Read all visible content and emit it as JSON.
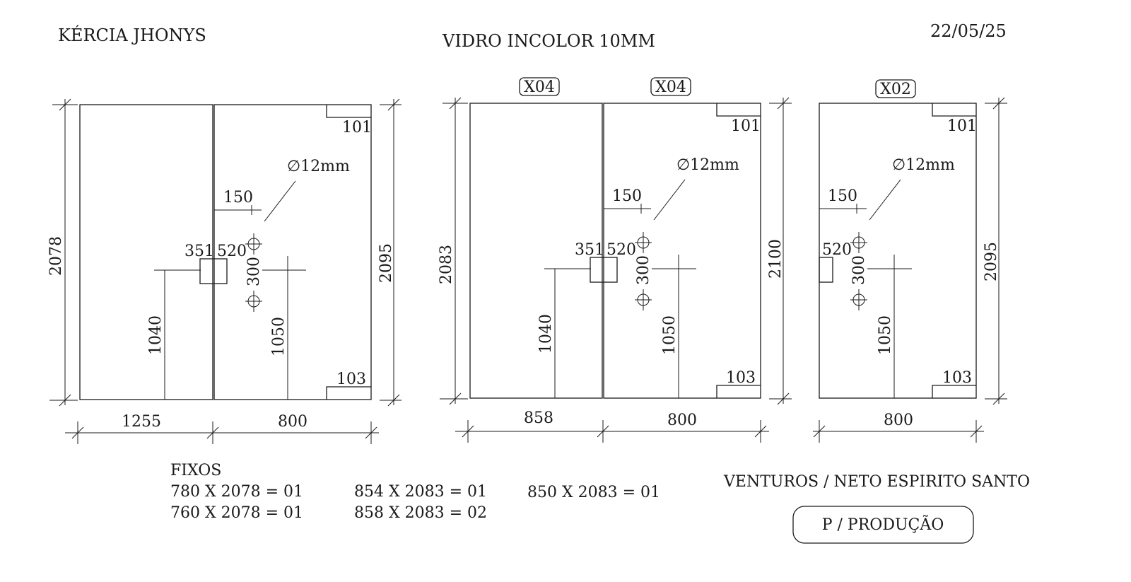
{
  "header": {
    "client": "KÉRCIA JHONYS",
    "title": "VIDRO INCOLOR 10MM",
    "date": "22/05/25"
  },
  "panels": {
    "p1": {
      "height_left": "2078",
      "height_right": "2095",
      "label_top": "101",
      "label_bottom": "103",
      "hole": "∅12mm",
      "dim_150": "150",
      "dim_351": "351",
      "dim_520": "520",
      "dim_300": "300",
      "dim_1040": "1040",
      "dim_1050": "1050",
      "width_fixed": "1255",
      "width_door": "800"
    },
    "p2": {
      "tag_left": "X04",
      "tag_right": "X04",
      "height_left": "2083",
      "height_right": "2100",
      "label_top": "101",
      "label_bottom": "103",
      "hole": "∅12mm",
      "dim_150": "150",
      "dim_351": "351",
      "dim_520": "520",
      "dim_300": "300",
      "dim_1040": "1040",
      "dim_1050": "1050",
      "width_fixed": "858",
      "width_door": "800"
    },
    "p3": {
      "tag": "X02",
      "height_right": "2095",
      "label_top": "101",
      "label_bottom": "103",
      "hole": "∅12mm",
      "dim_150": "150",
      "dim_520": "520",
      "dim_300": "300",
      "dim_1050": "1050",
      "width_door": "800"
    }
  },
  "notes": {
    "fixos_title": "FIXOS",
    "col1": [
      "780 X 2078 = 01",
      "760 X 2078 = 01"
    ],
    "col2": [
      "854 X 2083 = 01",
      "858 X 2083 = 02"
    ],
    "col3": [
      "850 X 2083 = 01"
    ],
    "supplier": "VENTUROS / NETO ESPIRITO SANTO",
    "stamp": "P / PRODUÇÃO"
  }
}
